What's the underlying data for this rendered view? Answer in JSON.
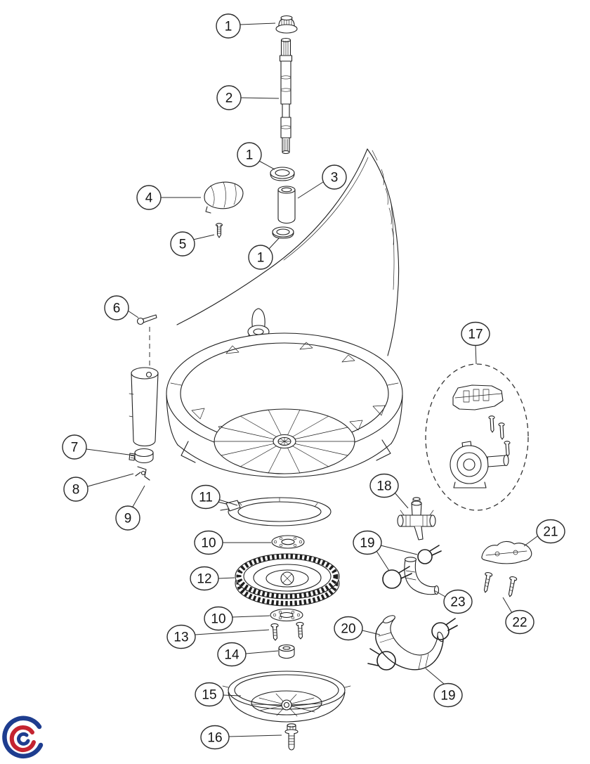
{
  "diagram": {
    "callouts": [
      {
        "label": "1"
      },
      {
        "label": "2"
      },
      {
        "label": "1"
      },
      {
        "label": "3"
      },
      {
        "label": "4"
      },
      {
        "label": "5"
      },
      {
        "label": "1"
      },
      {
        "label": "6"
      },
      {
        "label": "7"
      },
      {
        "label": "8"
      },
      {
        "label": "9"
      },
      {
        "label": "11"
      },
      {
        "label": "10"
      },
      {
        "label": "12"
      },
      {
        "label": "10"
      },
      {
        "label": "13"
      },
      {
        "label": "14"
      },
      {
        "label": "15"
      },
      {
        "label": "16"
      },
      {
        "label": "17"
      },
      {
        "label": "18"
      },
      {
        "label": "19"
      },
      {
        "label": "21"
      },
      {
        "label": "23"
      },
      {
        "label": "22"
      },
      {
        "label": "20"
      },
      {
        "label": "19"
      }
    ]
  },
  "logo": {
    "name": "brand-swirl-logo",
    "blue": "#1e3d8f",
    "red": "#c42430"
  }
}
